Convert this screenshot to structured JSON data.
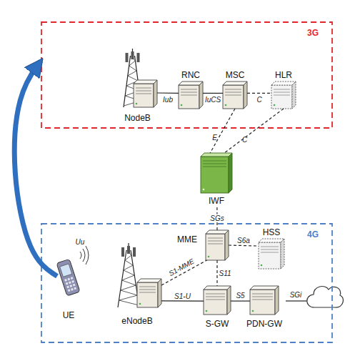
{
  "diagram": {
    "nodes": [
      {
        "text": [
          "3G"
        ]
      },
      {
        "text": [
          "NodeB"
        ],
        "in": 0
      },
      {
        "text": [
          "RNC"
        ],
        "in": 0
      },
      {
        "text": [
          "MSC"
        ],
        "in": 0
      },
      {
        "text": [
          "HLR"
        ],
        "in": 0
      },
      {
        "text": [
          "IWF"
        ]
      },
      {
        "text": [
          "4G"
        ]
      },
      {
        "text": [
          "MME"
        ],
        "in": 6
      },
      {
        "text": [
          "HSS"
        ],
        "in": 6
      },
      {
        "text": [
          "UE"
        ],
        "in": 6
      },
      {
        "text": [
          "eNodeB"
        ],
        "in": 6
      },
      {
        "text": [
          "S-GW"
        ],
        "in": 6
      },
      {
        "text": [
          "PDN-GW"
        ],
        "in": 6
      }
    ],
    "edges": [
      {
        "from": 1,
        "to": 2,
        "label": "Iub",
        "arrow": "none"
      },
      {
        "from": 2,
        "to": 3,
        "label": "IuCS",
        "arrow": "none"
      },
      {
        "from": 3,
        "to": 4,
        "label": "C",
        "arrow": "none"
      },
      {
        "from": 3,
        "to": 5,
        "label": "E",
        "arrow": "none"
      },
      {
        "from": 4,
        "to": 5,
        "label": "C",
        "arrow": "none"
      },
      {
        "from": 5,
        "to": 7,
        "label": "SGs",
        "arrow": "none"
      },
      {
        "from": 7,
        "to": 8,
        "label": "S6a",
        "arrow": "none"
      },
      {
        "from": 10,
        "to": 7,
        "label": "S1-MME",
        "arrow": "none"
      },
      {
        "from": 7,
        "to": 11,
        "label": "S11",
        "arrow": "none"
      },
      {
        "from": 10,
        "to": 11,
        "label": "S1-U",
        "arrow": "none"
      },
      {
        "from": 11,
        "to": 12,
        "label": "S5",
        "arrow": "none"
      },
      {
        "from": 9,
        "to": 0,
        "arrow": "to"
      }
    ],
    "labels": [
      "Uu",
      "SGi"
    ]
  }
}
